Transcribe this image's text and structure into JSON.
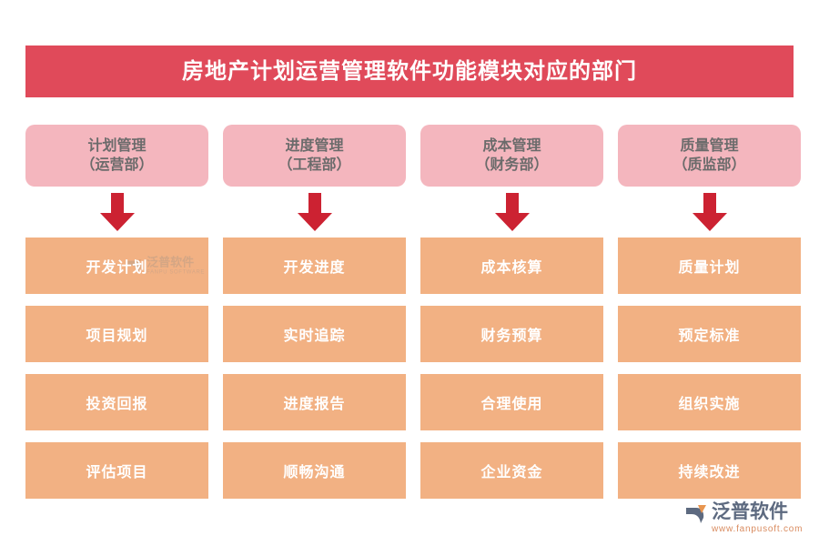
{
  "title": {
    "text": "房地产计划运营管理软件功能模块对应的部门",
    "banner_color": "#e04a5a",
    "text_color": "#ffffff"
  },
  "theme": {
    "header_chip_color": "#f4b6be",
    "header_text_color": "#6b6b6b",
    "item_box_color": "#f2b183",
    "item_text_color": "#ffffff",
    "arrow_color": "#cc2232",
    "page_background": "#ffffff"
  },
  "columns": [
    {
      "header": {
        "module": "计划管理",
        "department": "（运营部）"
      },
      "arrow": "arrow-down-icon",
      "items": [
        {
          "label": "开发计划"
        },
        {
          "label": "项目规划"
        },
        {
          "label": "投资回报"
        },
        {
          "label": "评估项目"
        }
      ]
    },
    {
      "header": {
        "module": "进度管理",
        "department": "（工程部）"
      },
      "arrow": "arrow-down-icon",
      "items": [
        {
          "label": "开发进度"
        },
        {
          "label": "实时追踪"
        },
        {
          "label": "进度报告"
        },
        {
          "label": "顺畅沟通"
        }
      ]
    },
    {
      "header": {
        "module": "成本管理",
        "department": "（财务部）"
      },
      "arrow": "arrow-down-icon",
      "items": [
        {
          "label": "成本核算"
        },
        {
          "label": "财务预算"
        },
        {
          "label": "合理使用"
        },
        {
          "label": "企业资金"
        }
      ]
    },
    {
      "header": {
        "module": "质量管理",
        "department": "（质监部）"
      },
      "arrow": "arrow-down-icon",
      "items": [
        {
          "label": "质量计划"
        },
        {
          "label": "预定标准"
        },
        {
          "label": "组织实施"
        },
        {
          "label": "持续改进"
        }
      ]
    }
  ],
  "watermark": {
    "cn": "泛普软件",
    "en": "FANPU SOFTWARE"
  },
  "logo": {
    "cn": "泛普软件",
    "url": "www.fanpusoft.com",
    "cn_color": "#5d6a80",
    "url_color": "#d98b5f"
  }
}
